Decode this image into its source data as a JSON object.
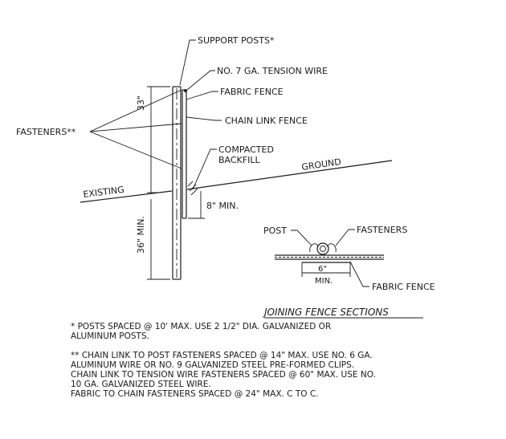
{
  "labels": {
    "support_posts": "SUPPORT POSTS*",
    "tension_wire": "NO. 7 GA. TENSION WIRE",
    "fabric_fence": "FABRIC FENCE",
    "chain_link_fence": "CHAIN LINK FENCE",
    "fasteners": "FASTENERS**",
    "compacted_1": "COMPACTED",
    "compacted_2": "BACKFILL",
    "ground": "GROUND",
    "existing": "EXISTING",
    "dim_33": "33\"",
    "dim_36": "36\" MIN.",
    "dim_8": "8\" MIN."
  },
  "detail": {
    "post": "POST",
    "fasteners": "FASTENERS",
    "dim_6": "6\"",
    "min": "MIN.",
    "fabric_fence": "FABRIC FENCE",
    "title": "JOINING FENCE SECTIONS"
  },
  "notes": [
    {
      "lines": [
        "*  POSTS SPACED @ 10' MAX. USE 2 1/2\" DIA. GALVANIZED OR",
        "ALUMINUM POSTS."
      ]
    },
    {
      "lines": [
        "** CHAIN LINK TO POST FASTENERS SPACED @ 14\" MAX.  USE NO. 6 GA.",
        "ALUMINUM WIRE OR NO. 9 GALVANIZED STEEL PRE-FORMED CLIPS.",
        "CHAIN LINK TO TENSION WIRE FASTENERS SPACED @ 60\" MAX.  USE NO.",
        "10 GA. GALVANIZED STEEL WIRE.",
        "FABRIC TO CHAIN FASTENERS SPACED @ 24\" MAX. C TO C."
      ]
    }
  ]
}
